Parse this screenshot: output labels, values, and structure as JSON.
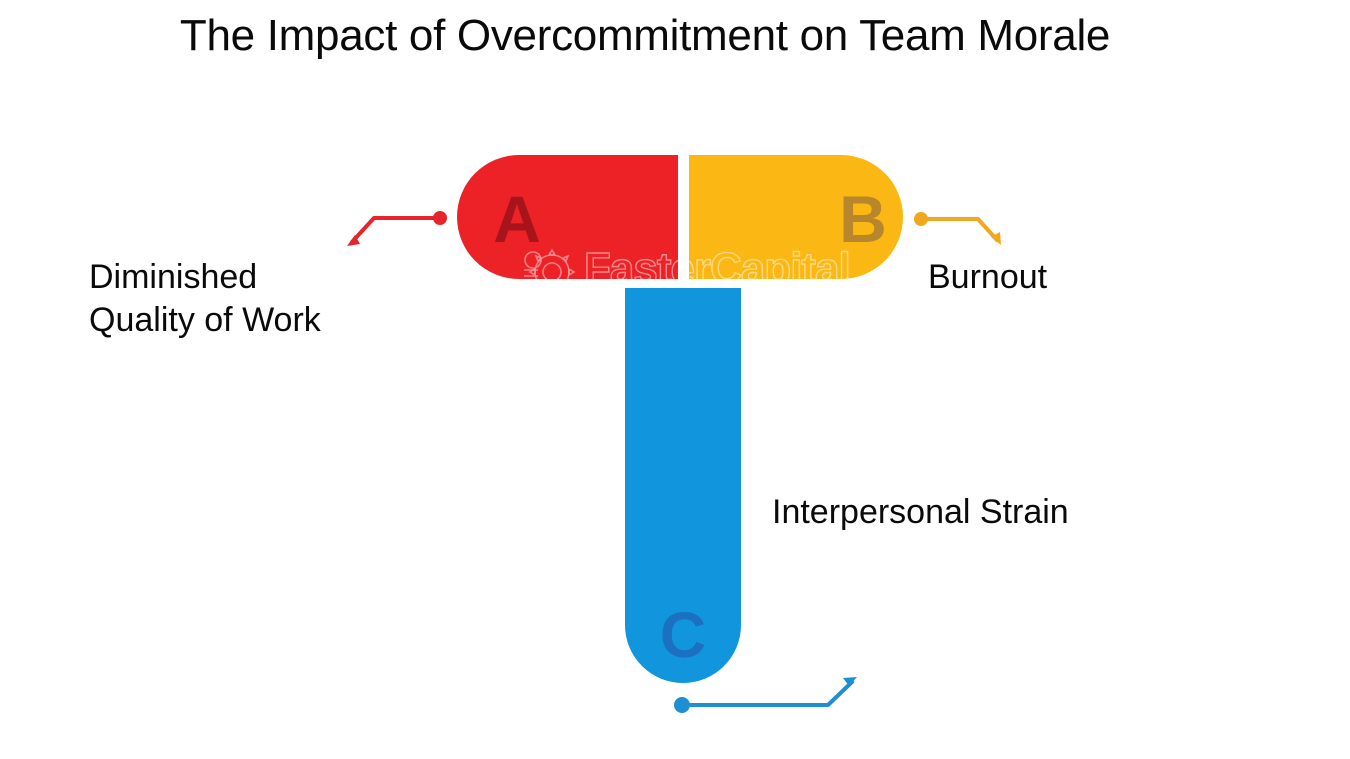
{
  "title": "The Impact of Overcommitment on Team Morale",
  "watermark": {
    "text": "FasterCapital",
    "icon": "gear-icon"
  },
  "colors": {
    "red": "#EC2227",
    "red_dark": "#A8141B",
    "yellow": "#FBB713",
    "yellow_dark": "#B8862B",
    "blue": "#1195DC",
    "blue_dark": "#1C70C2",
    "title_text": "#0a0a0a",
    "background": "#FFFFFF"
  },
  "diagram": {
    "type": "t-shaped-pill-diagram",
    "nodes": [
      {
        "key": "a",
        "marker": "A",
        "label": "Diminished\nQuality of Work",
        "color": "#EC2227",
        "marker_color": "#A8141B",
        "orientation": "horizontal-left",
        "connector_direction": "down-left"
      },
      {
        "key": "b",
        "marker": "B",
        "label": "Burnout",
        "color": "#FBB713",
        "marker_color": "#B8862B",
        "orientation": "horizontal-right",
        "connector_direction": "down-right"
      },
      {
        "key": "c",
        "marker": "C",
        "label": "Interpersonal Strain",
        "color": "#1195DC",
        "marker_color": "#1C70C2",
        "orientation": "vertical-down",
        "connector_direction": "up-right"
      }
    ]
  }
}
